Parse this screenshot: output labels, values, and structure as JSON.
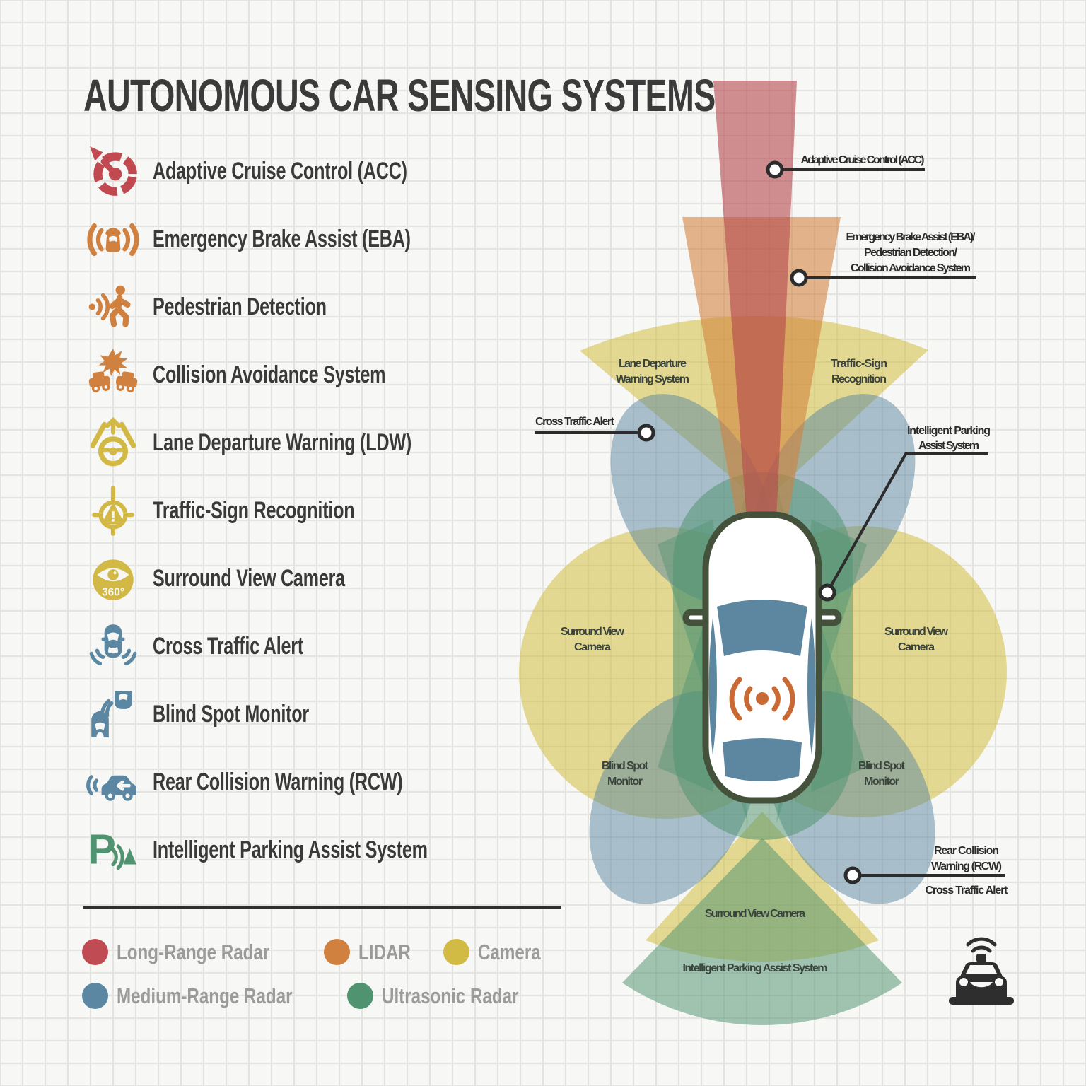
{
  "title": "AUTONOMOUS CAR SENSING SYSTEMS",
  "features": [
    {
      "label": "Adaptive Cruise Control (ACC)",
      "color": "#c04a50"
    },
    {
      "label": "Emergency Brake Assist (EBA)",
      "color": "#d0803f"
    },
    {
      "label": "Pedestrian Detection",
      "color": "#d0803f"
    },
    {
      "label": "Collision Avoidance System",
      "color": "#d0803f"
    },
    {
      "label": "Lane Departure Warning (LDW)",
      "color": "#d2b845"
    },
    {
      "label": "Traffic-Sign Recognition",
      "color": "#d2b845"
    },
    {
      "label": "Surround View Camera",
      "color": "#d2b845"
    },
    {
      "label": "Cross Traffic Alert",
      "color": "#5b87a2"
    },
    {
      "label": "Blind Spot Monitor",
      "color": "#5b87a2"
    },
    {
      "label": "Rear Collision Warning (RCW)",
      "color": "#5b87a2"
    },
    {
      "label": "Intelligent Parking Assist System",
      "color": "#4f9370"
    }
  ],
  "icon_texts": {
    "surround_360": "360°",
    "parking_p": "P"
  },
  "sensor_types": {
    "row1": [
      {
        "label": "Long-Range Radar",
        "color": "#c14b52"
      },
      {
        "label": "LIDAR",
        "color": "#d0803f"
      },
      {
        "label": "Camera",
        "color": "#d2bb44"
      }
    ],
    "row2": [
      {
        "label": "Medium-Range Radar",
        "color": "#5b87a2"
      },
      {
        "label": "Ultrasonic Radar",
        "color": "#4f9370"
      }
    ]
  },
  "diagram": {
    "ink": "#2c2c2c",
    "fill_colors": {
      "long_range_radar": "#b4464d",
      "lidar": "#d2813c",
      "camera": "#d2c040",
      "medium_range_radar": "#59869f",
      "ultrasonic_radar": "#4f9370"
    },
    "car": {
      "outline": "#44523c",
      "body": "#ffffff",
      "glass": "#5d87a0",
      "signal": "#c96a35"
    },
    "callouts": {
      "acc": "Adaptive Cruise Control (ACC)",
      "eba1": "Emergency Brake Assist (EBA)/",
      "eba2": "Pedestrian Detection/",
      "eba3": "Collision Avoidance System",
      "cta_front": "Cross Traffic Alert",
      "ipas1": "Intelligent Parking",
      "ipas2": "Assist System",
      "rcw1": "Rear Collision",
      "rcw2": "Warning (RCW)",
      "cta_rear": "Cross Traffic Alert"
    },
    "areas": {
      "ldw1": "Lane Departure",
      "ldw2": "Warning System",
      "tsr1": "Traffic-Sign",
      "tsr2": "Recognition",
      "svc1": "Surround View",
      "svc2": "Camera",
      "bsm1": "Blind Spot",
      "bsm2": "Monitor",
      "svc_rear": "Surround View Camera",
      "ipas_rear": "Intelligent Parking Assist System"
    }
  }
}
